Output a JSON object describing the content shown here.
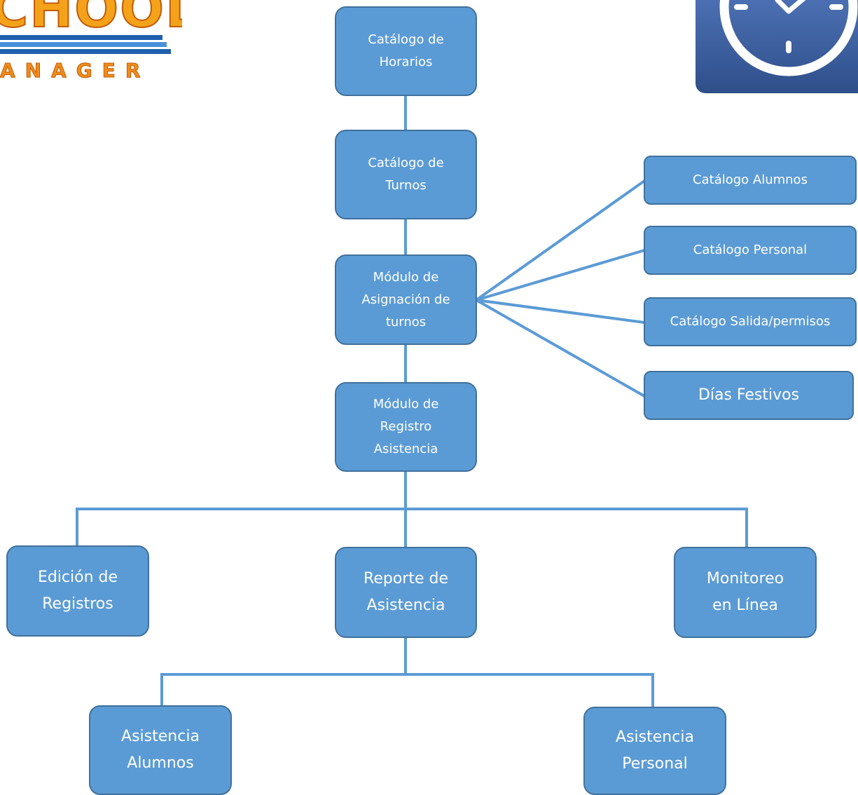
{
  "logo": {
    "word": "CHOOL",
    "subword": "ANAGER",
    "colors": {
      "orange": "#f5a21b",
      "dark_orange": "#c25b08",
      "blue": "#1f5fae",
      "light_blue": "#4a90d9"
    }
  },
  "clock_icon": {
    "name": "clock-icon",
    "colors": {
      "panel": "#3f5f9e",
      "face": "#ffffff"
    }
  },
  "diagram": {
    "colors": {
      "node_fill": "#5b9bd5",
      "node_border": "#41719c",
      "edge": "#5b9bd5",
      "text": "#ffffff"
    },
    "nodes": {
      "catalogo_horarios": "Catálogo de\nHorarios",
      "catalogo_turnos": "Catálogo de\nTurnos",
      "modulo_asignacion": "Módulo de\nAsignación de\nturnos",
      "modulo_registro": "Módulo de\nRegistro\nAsistencia",
      "catalogo_alumnos": "Catálogo Alumnos",
      "catalogo_personal": "Catálogo Personal",
      "catalogo_salida": "Catálogo Salida/permisos",
      "dias_festivos": "Días Festivos",
      "edicion_registros": "Edición de\nRegistros",
      "reporte_asistencia": "Reporte de\nAsistencia",
      "monitoreo_linea": "Monitoreo\nen Línea",
      "asistencia_alumnos": "Asistencia\nAlumnos",
      "asistencia_personal": "Asistencia\nPersonal"
    },
    "edges": [
      [
        "catalogo_horarios",
        "catalogo_turnos"
      ],
      [
        "catalogo_turnos",
        "modulo_asignacion"
      ],
      [
        "modulo_asignacion",
        "modulo_registro"
      ],
      [
        "modulo_asignacion",
        "catalogo_alumnos"
      ],
      [
        "modulo_asignacion",
        "catalogo_personal"
      ],
      [
        "modulo_asignacion",
        "catalogo_salida"
      ],
      [
        "modulo_asignacion",
        "dias_festivos"
      ],
      [
        "modulo_registro",
        "edicion_registros"
      ],
      [
        "modulo_registro",
        "reporte_asistencia"
      ],
      [
        "modulo_registro",
        "monitoreo_linea"
      ],
      [
        "reporte_asistencia",
        "asistencia_alumnos"
      ],
      [
        "reporte_asistencia",
        "asistencia_personal"
      ]
    ]
  }
}
